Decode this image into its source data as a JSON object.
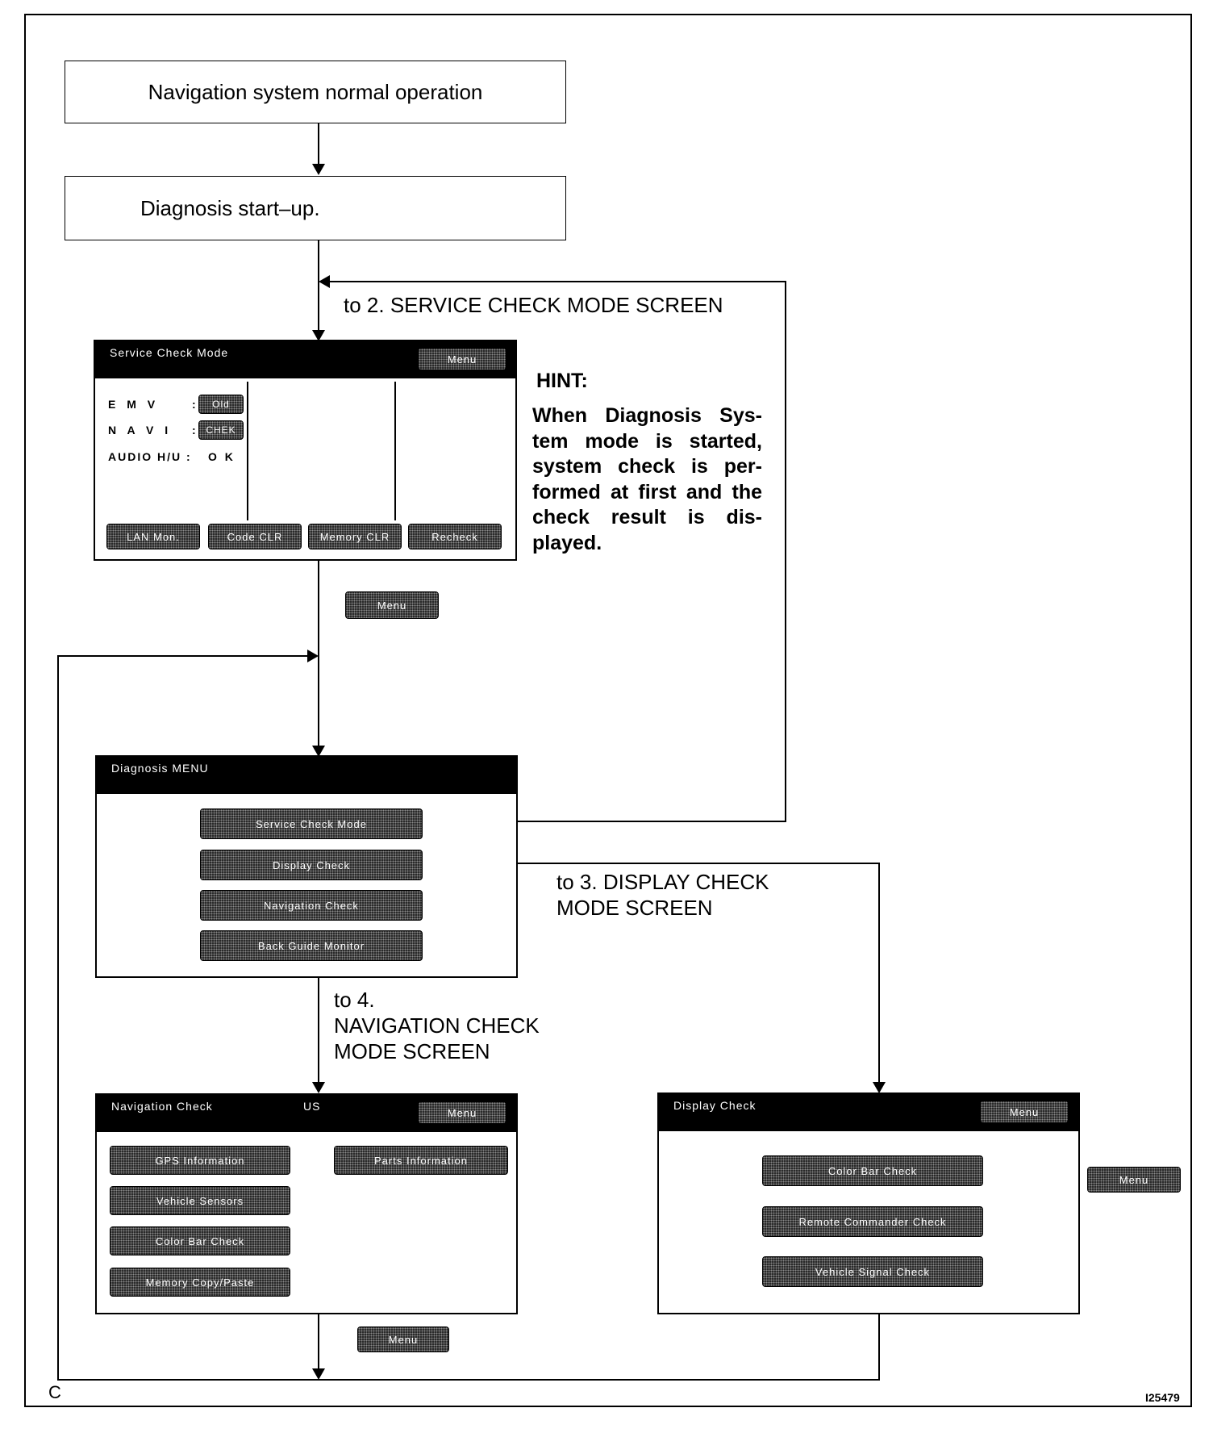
{
  "steps": {
    "normal": "Navigation system normal operation",
    "startup": "Diagnosis start–up."
  },
  "labels": {
    "to_service": "to 2. SERVICE CHECK MODE SCREEN",
    "to_display": [
      "to 3. DISPLAY CHECK",
      "MODE SCREEN"
    ],
    "to_navigation": [
      "to 4.",
      "NAVIGATION CHECK",
      "MODE SCREEN"
    ]
  },
  "hint": {
    "title": "HINT:",
    "lines": [
      "When Diagnosis Sys-",
      "tem mode is started,",
      "system check is per-",
      "formed at first and the",
      "check result is dis-",
      "played."
    ]
  },
  "service_screen": {
    "title": "Service Check Mode",
    "menu": "Menu",
    "rows": [
      {
        "label": "E M V",
        "sep": ":",
        "value": "Old"
      },
      {
        "label": "N A V I",
        "sep": ":",
        "value": "CHEK"
      }
    ],
    "audio_label": "AUDIO H/U :",
    "audio_value": "O K",
    "buttons": [
      "LAN Mon.",
      "Code CLR",
      "Memory CLR",
      "Recheck"
    ]
  },
  "menu_button": "Menu",
  "diag_menu": {
    "title": "Diagnosis MENU",
    "buttons": [
      "Service Check Mode",
      "Display Check",
      "Navigation Check",
      "Back Guide Monitor"
    ]
  },
  "nav_screen": {
    "title": "Navigation Check",
    "region": "US",
    "menu": "Menu",
    "left_buttons": [
      "GPS Information",
      "Vehicle Sensors",
      "Color Bar Check",
      "Memory Copy/Paste"
    ],
    "right_buttons": [
      "Parts Information"
    ]
  },
  "display_screen": {
    "title": "Display Check",
    "menu": "Menu",
    "buttons": [
      "Color Bar Check",
      "Remote Commander Check",
      "Vehicle Signal Check"
    ]
  },
  "corner_letter": "C",
  "figure_id": "I25479"
}
